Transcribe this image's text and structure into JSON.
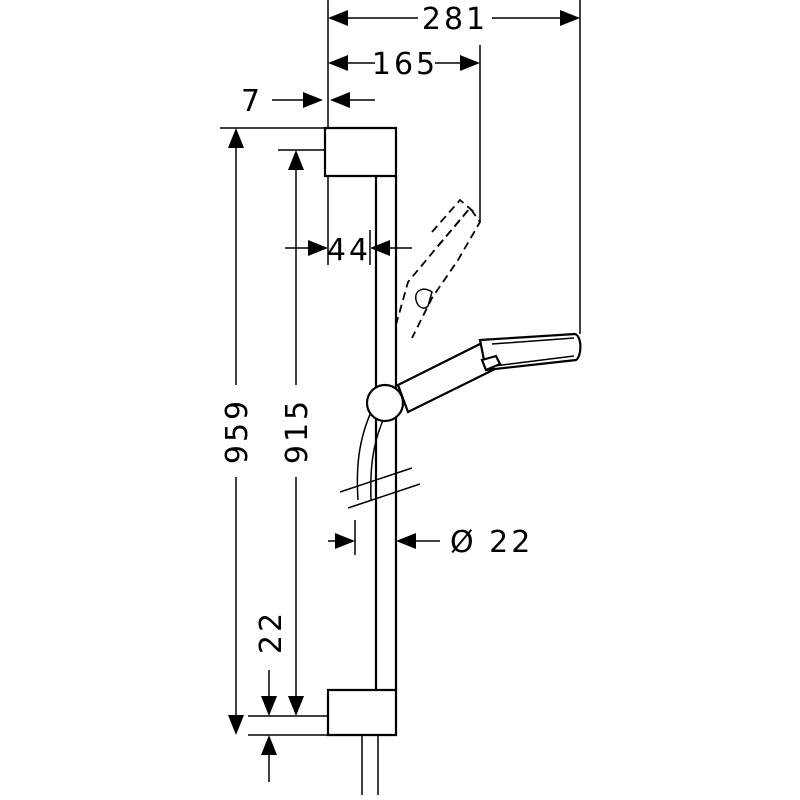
{
  "dimensions": {
    "overall_reach": "281",
    "handshower_reach": "165",
    "wall_offset": "7",
    "rail_depth": "44",
    "overall_height": "959",
    "bracket_spacing": "915",
    "bracket_height": "22",
    "rail_diameter": "Ø 22"
  }
}
